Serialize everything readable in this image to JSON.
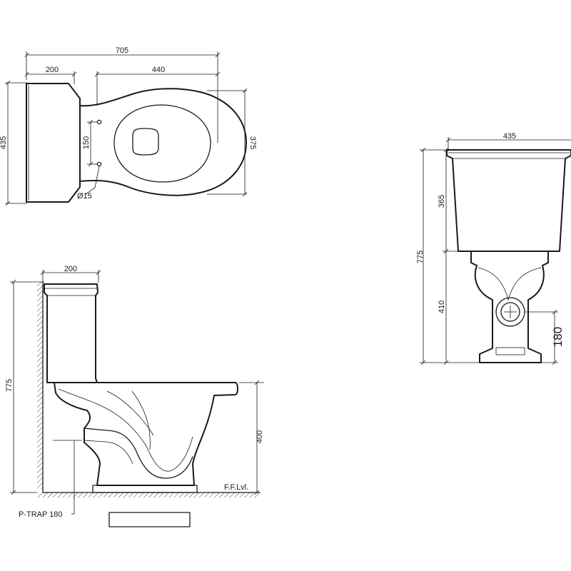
{
  "top_view": {
    "overall_width": "705",
    "cistern_depth": "200",
    "bowl_length": "440",
    "overall_depth": "435",
    "bowl_width": "375",
    "fixing_centres": "150",
    "fixing_hole_diameter": "Ø15"
  },
  "side_view": {
    "cistern_depth": "200",
    "overall_height": "775",
    "rim_height": "400",
    "floor_label": "F.F.Lvl.",
    "trap_label": "P-TRAP 180"
  },
  "front_view": {
    "cistern_width": "435",
    "cistern_height": "365",
    "overall_height": "775",
    "pan_height": "410",
    "outlet_height": "180"
  }
}
